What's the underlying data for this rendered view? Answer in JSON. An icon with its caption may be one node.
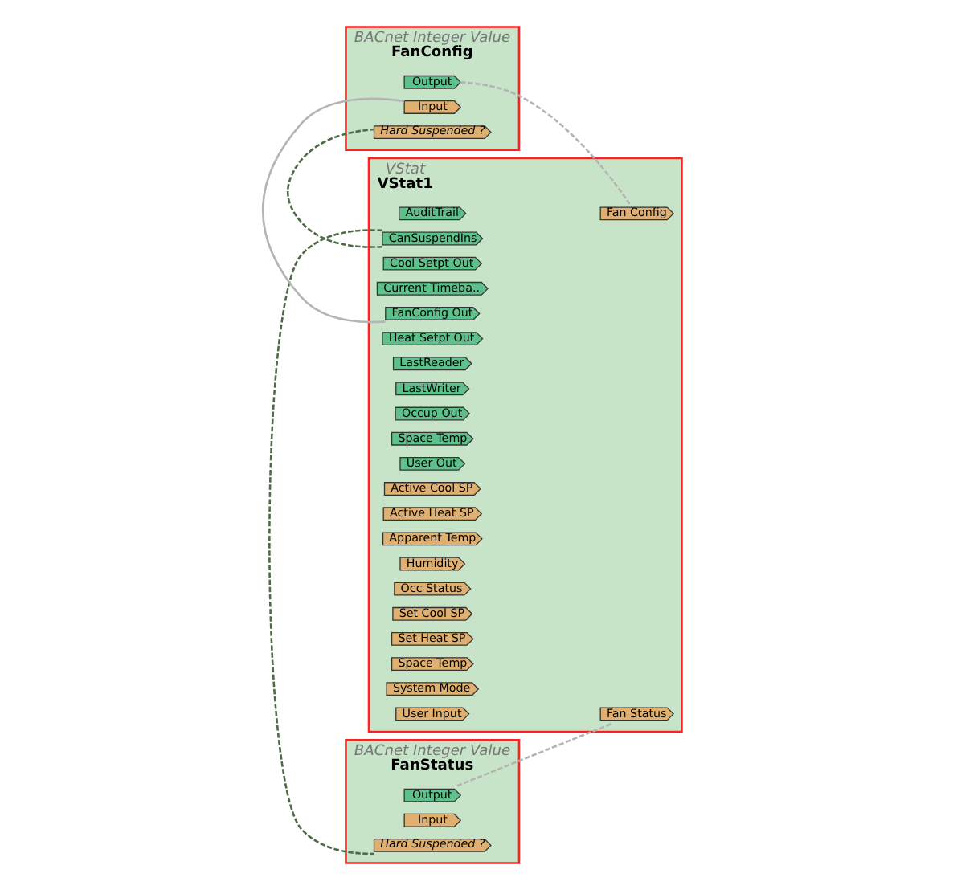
{
  "diagram": {
    "nodes": [
      {
        "text": [
          "BACnet Integer Value",
          "FanConfig"
        ]
      },
      {
        "text": [
          "Output"
        ],
        "in": 0
      },
      {
        "text": [
          "Input"
        ],
        "in": 0
      },
      {
        "text": [
          "Hard Suspended ?"
        ],
        "in": 0
      },
      {
        "text": [
          "BACnet Integer Value",
          "FanStatus"
        ]
      },
      {
        "text": [
          "Output"
        ],
        "in": 4
      },
      {
        "text": [
          "Input"
        ],
        "in": 4
      },
      {
        "text": [
          "Hard Suspended ?"
        ],
        "in": 4
      },
      {
        "text": [
          "VStat",
          "VStat1"
        ]
      },
      {
        "text": [
          "AuditTrail"
        ],
        "in": 8
      },
      {
        "text": [
          "CanSuspendIns"
        ],
        "in": 8
      },
      {
        "text": [
          "Cool Setpt Out"
        ],
        "in": 8
      },
      {
        "text": [
          "Current Timeba.."
        ],
        "in": 8
      },
      {
        "text": [
          "FanConfig Out"
        ],
        "in": 8
      },
      {
        "text": [
          "Heat Setpt Out"
        ],
        "in": 8
      },
      {
        "text": [
          "LastReader"
        ],
        "in": 8
      },
      {
        "text": [
          "LastWriter"
        ],
        "in": 8
      },
      {
        "text": [
          "Occup Out"
        ],
        "in": 8
      },
      {
        "text": [
          "Space Temp"
        ],
        "in": 8
      },
      {
        "text": [
          "User Out"
        ],
        "in": 8
      },
      {
        "text": [
          "Active Cool SP"
        ],
        "in": 8
      },
      {
        "text": [
          "Active Heat SP"
        ],
        "in": 8
      },
      {
        "text": [
          "Apparent Temp"
        ],
        "in": 8
      },
      {
        "text": [
          "Fan Config"
        ],
        "in": 8
      },
      {
        "text": [
          "Fan Status"
        ],
        "in": 8
      },
      {
        "text": [
          "Humidity"
        ],
        "in": 8
      },
      {
        "text": [
          "Occ Status"
        ],
        "in": 8
      },
      {
        "text": [
          "Set Cool SP"
        ],
        "in": 8
      },
      {
        "text": [
          "Set Heat SP"
        ],
        "in": 8
      },
      {
        "text": [
          "Space Temp"
        ],
        "in": 8
      },
      {
        "text": [
          "System Mode"
        ],
        "in": 8
      },
      {
        "text": [
          "User Input"
        ],
        "in": 8
      }
    ],
    "edges": [
      {
        "from": 10,
        "to": 3,
        "arrow": "none",
        "style": "dashed",
        "color": "#4f6b45"
      },
      {
        "from": 10,
        "to": 7,
        "arrow": "none",
        "style": "dashed",
        "color": "#4f6b45"
      },
      {
        "from": 1,
        "to": 23,
        "arrow": "none",
        "style": "dashed",
        "color": "#b4b4b4"
      },
      {
        "from": 5,
        "to": 24,
        "arrow": "none",
        "style": "dashed",
        "color": "#b4b4b4"
      },
      {
        "from": 13,
        "to": 2,
        "arrow": "none",
        "color": "#b4b4b4"
      }
    ]
  }
}
